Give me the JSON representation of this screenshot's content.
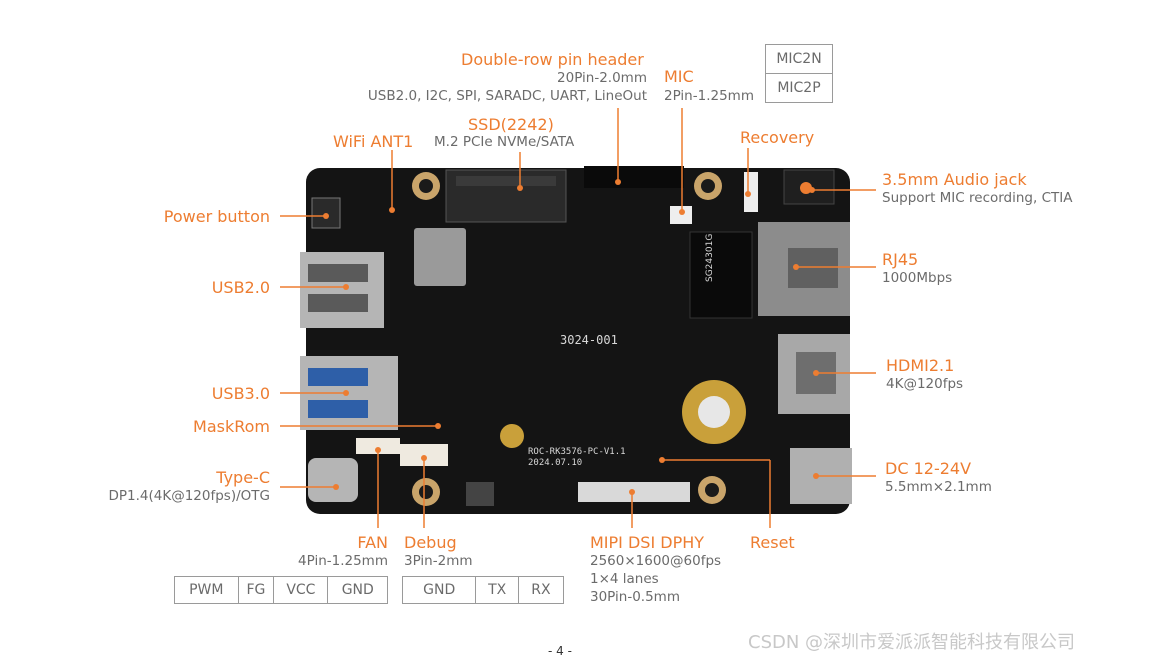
{
  "labels": {
    "pin_header": {
      "title": "Double-row pin header",
      "sub1": "20Pin-2.0mm",
      "sub2": "USB2.0, I2C, SPI, SARADC, UART, LineOut"
    },
    "mic": {
      "title": "MIC",
      "sub": "2Pin-1.25mm"
    },
    "mic_pins": [
      "MIC2N",
      "MIC2P"
    ],
    "ssd": {
      "title": "SSD(2242)",
      "sub": "M.2 PCIe NVMe/SATA"
    },
    "wifi": {
      "title": "WiFi ANT1"
    },
    "recovery": {
      "title": "Recovery"
    },
    "audio": {
      "title": "3.5mm Audio jack",
      "sub": "Support MIC recording, CTIA"
    },
    "power": {
      "title": "Power button"
    },
    "rj45": {
      "title": "RJ45",
      "sub": "1000Mbps"
    },
    "usb2": {
      "title": "USB2.0"
    },
    "hdmi": {
      "title": "HDMI2.1",
      "sub": "4K@120fps"
    },
    "usb3": {
      "title": "USB3.0"
    },
    "maskrom": {
      "title": "MaskRom"
    },
    "typec": {
      "title": "Type-C",
      "sub": "DP1.4(4K@120fps)/OTG"
    },
    "dc": {
      "title": "DC 12-24V",
      "sub": "5.5mm×2.1mm"
    },
    "fan": {
      "title": "FAN",
      "sub": "4Pin-1.25mm"
    },
    "fan_pins": [
      "PWM",
      "FG",
      "VCC",
      "GND"
    ],
    "debug": {
      "title": "Debug",
      "sub": "3Pin-2mm"
    },
    "debug_pins": [
      "GND",
      "TX",
      "RX"
    ],
    "mipi": {
      "title": "MIPI DSI DPHY",
      "sub1": "2560×1600@60fps",
      "sub2": "1×4 lanes",
      "sub3": "30Pin-0.5mm"
    },
    "reset": {
      "title": "Reset"
    }
  },
  "board": {
    "model": "ROC-RK3576-PC-V1.1",
    "date": "2024.07.10",
    "serial": "3024-001",
    "chip_label": "SG24301G"
  },
  "page_number": "- 4 -",
  "watermark": "CSDN @深圳市爱派派智能科技有限公司",
  "colors": {
    "accent": "#ed7d31",
    "text_gray": "#6b6b6b",
    "board": "#141414"
  }
}
